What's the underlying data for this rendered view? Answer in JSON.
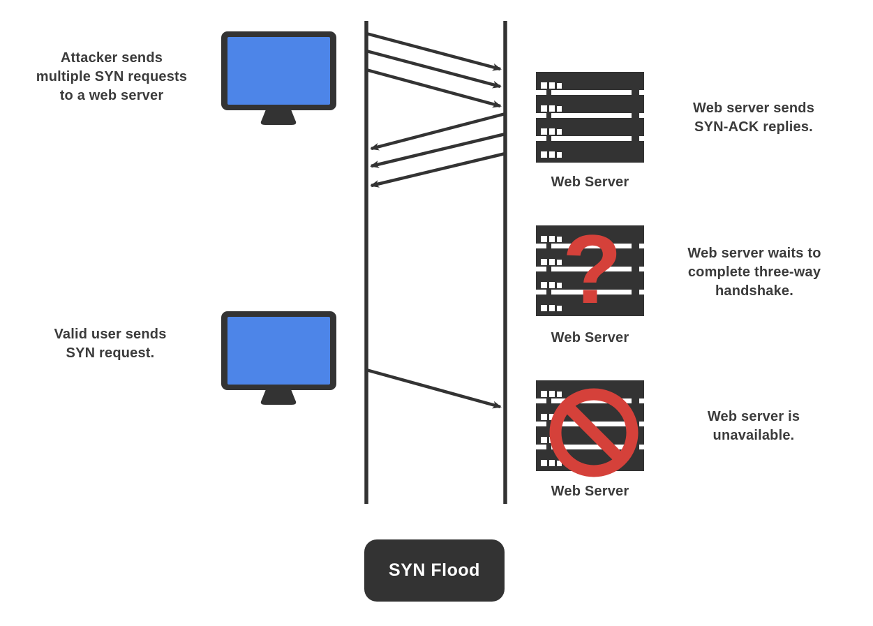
{
  "title": "SYN Flood",
  "captions": {
    "attacker": {
      "lines": [
        "Attacker sends",
        "multiple SYN requests",
        "to a web server"
      ]
    },
    "valid_user": {
      "lines": [
        "Valid user sends",
        "SYN request."
      ]
    },
    "syn_ack": {
      "lines": [
        "Web server sends",
        "SYN-ACK replies."
      ]
    },
    "handshake": {
      "lines": [
        "Web server waits to",
        "complete three-way",
        "handshake."
      ]
    },
    "unavailable": {
      "lines": [
        "Web server is",
        "unavailable."
      ]
    }
  },
  "servers": [
    {
      "label": "Web Server",
      "status_icon": "none"
    },
    {
      "label": "Web Server",
      "status_icon": "question-mark-icon",
      "status_glyph": "?"
    },
    {
      "label": "Web Server",
      "status_icon": "ban-icon"
    }
  ],
  "devices": [
    {
      "icon": "monitor-icon",
      "role": "attacker"
    },
    {
      "icon": "monitor-icon",
      "role": "valid-user"
    }
  ],
  "badge": {
    "label": "SYN Flood"
  },
  "flows": {
    "syn_request_arrows": 3,
    "syn_ack_reply_arrows": 3,
    "valid_user_syn_arrows": 1,
    "syn_direction": "left-to-right",
    "syn_ack_direction": "right-to-left"
  },
  "icons": {
    "attacker_device": "monitor-icon",
    "valid_user_device": "monitor-icon",
    "server": "server-rack-icon",
    "pending_status": "question-mark-icon",
    "blocked_status": "ban-icon"
  },
  "colors": {
    "dark": "#333333",
    "blue": "#4d85e8",
    "red": "#d5413a",
    "text": "#3b3b3b",
    "badge_text": "#ffffff",
    "bg": "#ffffff"
  }
}
